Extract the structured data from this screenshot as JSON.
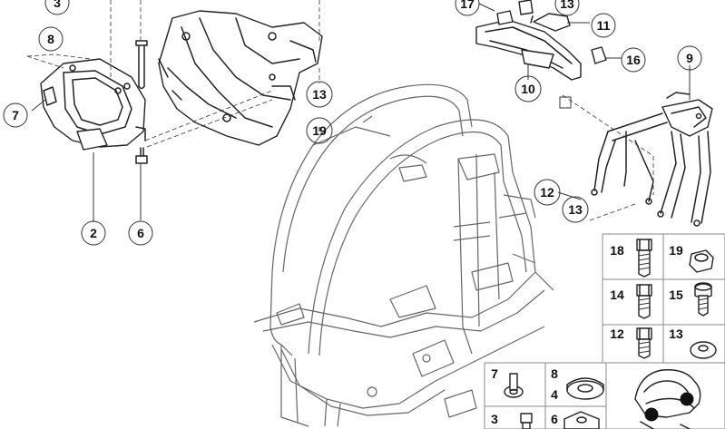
{
  "callouts": {
    "c2": "2",
    "c3": "3",
    "c6": "6",
    "c7": "7",
    "c8": "8",
    "c9": "9",
    "c10": "10",
    "c11": "11",
    "c12": "12",
    "c13a": "13",
    "c13b": "13",
    "c13c": "13",
    "c16": "16",
    "c17": "17",
    "c19": "19"
  },
  "legend": {
    "r1a": "18",
    "r1b": "19",
    "r2a": "14",
    "r2b": "15",
    "r3a": "12",
    "r3b": "13",
    "r4a": "7",
    "r4b": "8",
    "r4c": "4",
    "r5a": "3",
    "r5b": "6"
  }
}
